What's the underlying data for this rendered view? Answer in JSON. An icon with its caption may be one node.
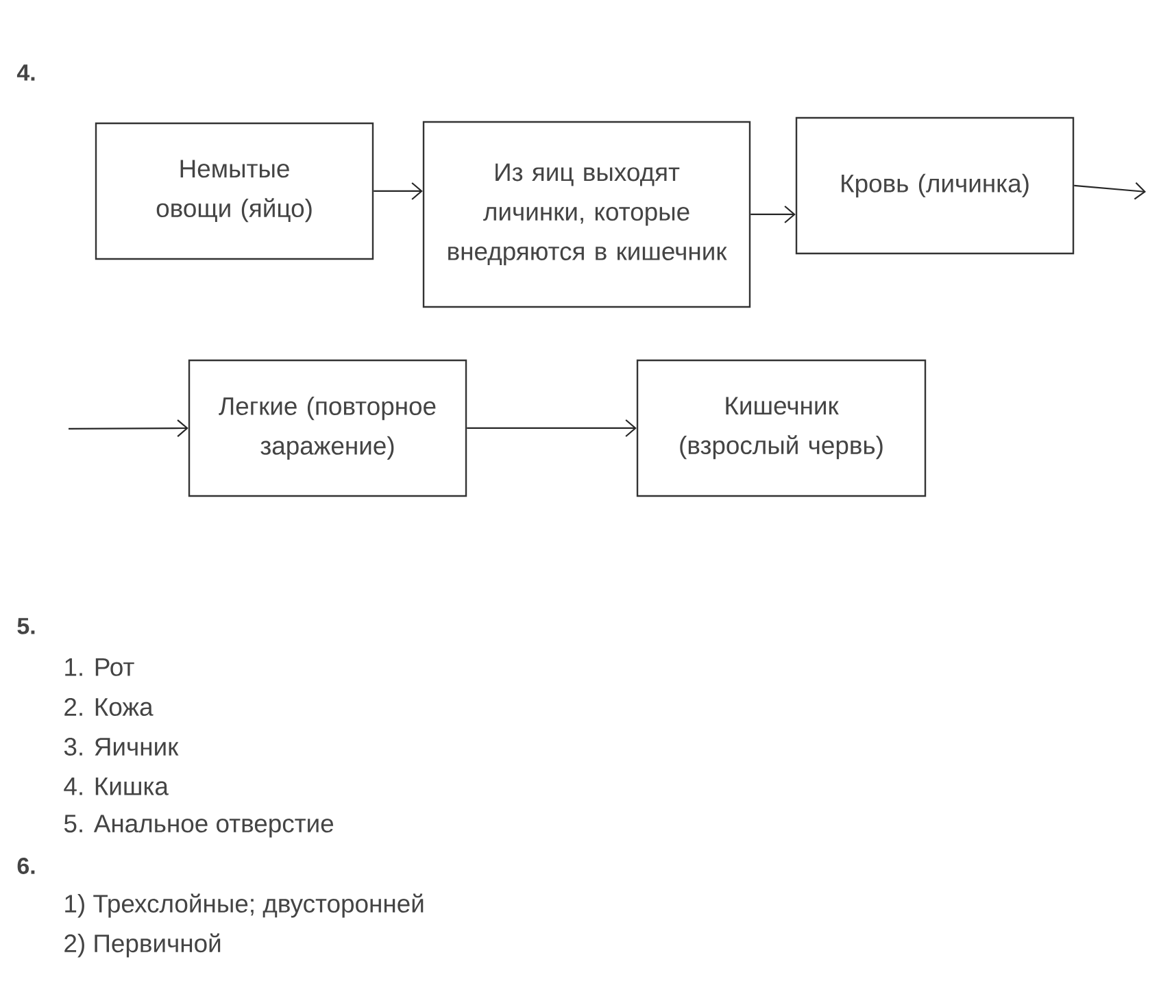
{
  "diagram": {
    "nodes": [
      {
        "text": [
          "Немытые овощи (яйцо)"
        ]
      },
      {
        "text": [
          "Из яиц выходят личинки, которые внедряются в кишечник"
        ]
      },
      {
        "text": [
          "Кровь (личинка)"
        ]
      },
      {
        "text": [
          "Легкие (повторное заражение)"
        ]
      },
      {
        "text": [
          "Кишечник (взрослый червь)"
        ]
      }
    ],
    "edges": [
      {
        "from": 0,
        "to": 1,
        "arrow": "to"
      },
      {
        "from": 1,
        "to": 2,
        "arrow": "to"
      },
      {
        "from": 2,
        "to": null,
        "arrow": "to"
      },
      {
        "from": null,
        "to": 3,
        "arrow": "to"
      },
      {
        "from": 3,
        "to": 4,
        "arrow": "to"
      }
    ],
    "labels": [
      "4.",
      "5.",
      "1. Рот",
      "2. Кожа",
      "3. Яичник",
      "4. Кишка",
      "5. Анальное отверстие",
      "6.",
      "1) Трехслойные; двусторонней",
      "2) Первичной"
    ]
  }
}
